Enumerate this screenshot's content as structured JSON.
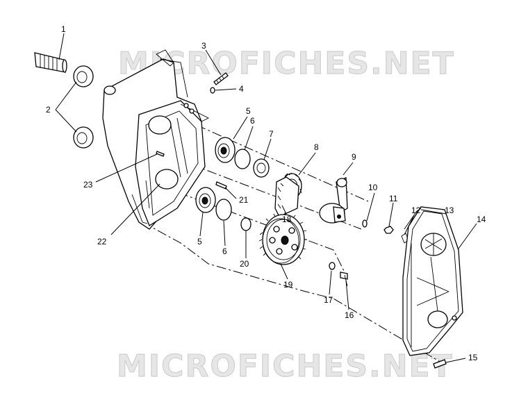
{
  "watermark": {
    "top": "MICROFICHES.NET",
    "bottom": "MICROFICHES.NET"
  },
  "callouts": [
    {
      "id": "c1",
      "label": "1"
    },
    {
      "id": "c2",
      "label": "2"
    },
    {
      "id": "c3",
      "label": "3"
    },
    {
      "id": "c4",
      "label": "4"
    },
    {
      "id": "c5a",
      "label": "5"
    },
    {
      "id": "c6a",
      "label": "6"
    },
    {
      "id": "c7",
      "label": "7"
    },
    {
      "id": "c8",
      "label": "8"
    },
    {
      "id": "c9",
      "label": "9"
    },
    {
      "id": "c10",
      "label": "10"
    },
    {
      "id": "c11",
      "label": "11"
    },
    {
      "id": "c12",
      "label": "12"
    },
    {
      "id": "c13",
      "label": "13"
    },
    {
      "id": "c14",
      "label": "14"
    },
    {
      "id": "c15",
      "label": "15"
    },
    {
      "id": "c16",
      "label": "16"
    },
    {
      "id": "c17",
      "label": "17"
    },
    {
      "id": "c18",
      "label": "18"
    },
    {
      "id": "c19",
      "label": "19"
    },
    {
      "id": "c20",
      "label": "20"
    },
    {
      "id": "c21",
      "label": "21"
    },
    {
      "id": "c22",
      "label": "22"
    },
    {
      "id": "c23",
      "label": "23"
    },
    {
      "id": "c5b",
      "label": "5"
    },
    {
      "id": "c6b",
      "label": "6"
    }
  ]
}
